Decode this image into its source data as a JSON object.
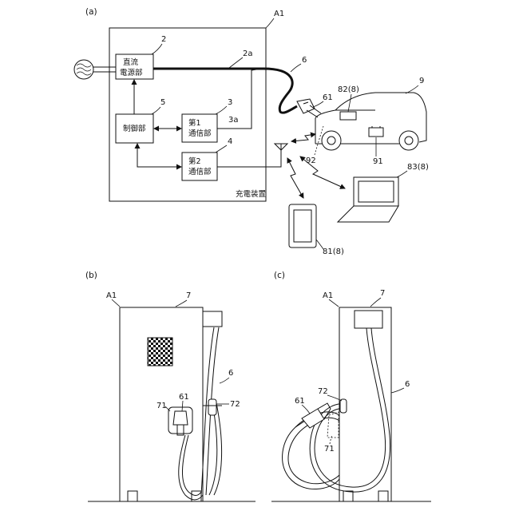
{
  "panels": {
    "a": "(a)",
    "b": "(b)",
    "c": "(c)"
  },
  "a": {
    "ref_A1": "A1",
    "charger_caption": "充電装置",
    "block_dc": {
      "ref": "2",
      "line1": "直流",
      "line2": "電源部"
    },
    "block_ctrl": {
      "ref": "5",
      "text": "制御部"
    },
    "block_comm1": {
      "ref": "3",
      "line1": "第1",
      "line2": "通信部",
      "sub_ref": "3a"
    },
    "block_comm2": {
      "ref": "4",
      "line1": "第2",
      "line2": "通信部"
    },
    "ref_2a": "2a",
    "ref_cable": "6",
    "ref_plug": "61",
    "ref_battery_unit": "82(8)",
    "ref_vehicle": "9",
    "ref_battery": "91",
    "ref_antenna": "92",
    "ref_laptop": "83(8)",
    "ref_phone": "81(8)"
  },
  "b": {
    "ref_A1": "A1",
    "ref_body": "7",
    "ref_cable": "6",
    "ref_plug": "61",
    "ref_holder": "71",
    "ref_hook": "72"
  },
  "c": {
    "ref_A1": "A1",
    "ref_body": "7",
    "ref_cable": "6",
    "ref_plug": "61",
    "ref_hook": "72",
    "ref_holder": "71"
  }
}
